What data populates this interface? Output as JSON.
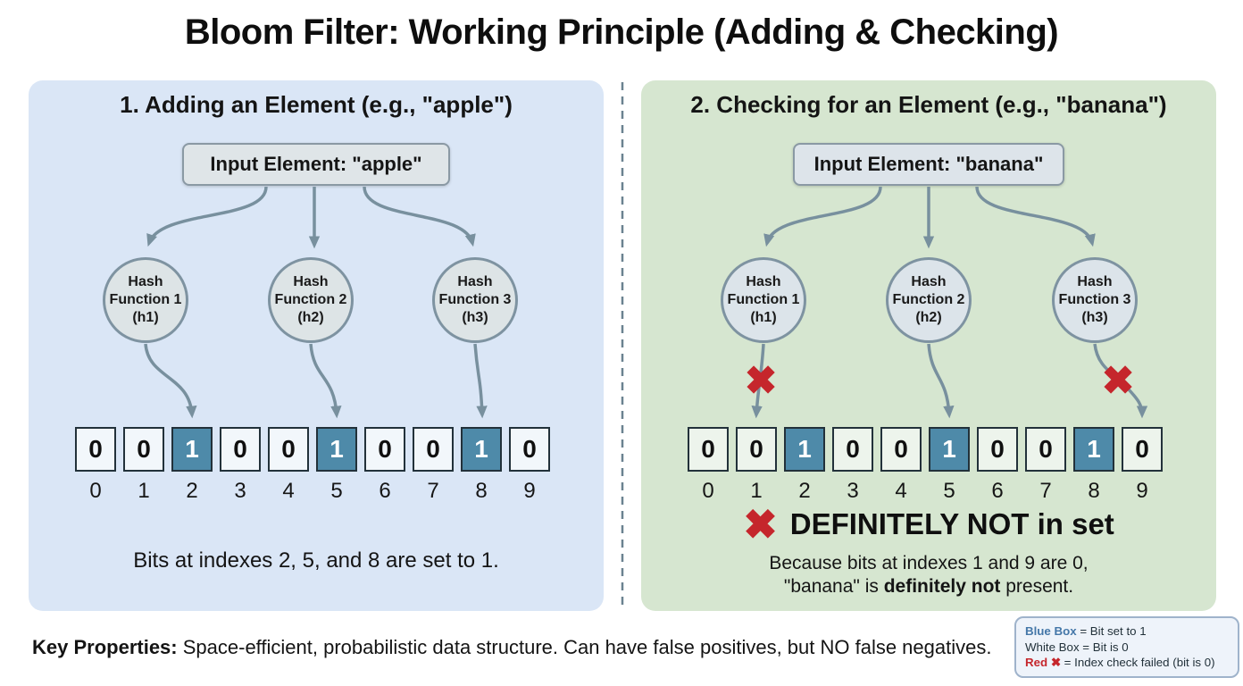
{
  "title": "Bloom Filter: Working Principle (Adding & Checking)",
  "left_panel": {
    "heading": "1. Adding an Element (e.g., \"apple\")",
    "input_label": "Input Element: \"apple\"",
    "hash_functions": [
      "Hash\nFunction 1\n(h1)",
      "Hash\nFunction 2\n(h2)",
      "Hash\nFunction 3\n(h3)"
    ],
    "bit_array": {
      "cells": [
        "0",
        "0",
        "1",
        "0",
        "0",
        "1",
        "0",
        "0",
        "1",
        "0"
      ],
      "set_indexes": [
        2,
        5,
        8
      ],
      "indexes": [
        "0",
        "1",
        "2",
        "3",
        "4",
        "5",
        "6",
        "7",
        "8",
        "9"
      ]
    },
    "caption": "Bits at indexes 2, 5, and 8 are set to 1."
  },
  "right_panel": {
    "heading": "2. Checking for an Element (e.g., \"banana\")",
    "input_label": "Input Element: \"banana\"",
    "hash_functions": [
      "Hash\nFunction 1\n(h1)",
      "Hash\nFunction 2\n(h2)",
      "Hash\nFunction 3\n(h3)"
    ],
    "bit_array": {
      "cells": [
        "0",
        "0",
        "1",
        "0",
        "0",
        "1",
        "0",
        "0",
        "1",
        "0"
      ],
      "set_indexes": [
        2,
        5,
        8
      ],
      "indexes": [
        "0",
        "1",
        "2",
        "3",
        "4",
        "5",
        "6",
        "7",
        "8",
        "9"
      ]
    },
    "failed_check_icon": "✖",
    "result_icon": "✖",
    "result_text": "DEFINITELY NOT in set",
    "caption_line1": "Because bits at indexes 1 and 9 are 0,",
    "caption_line2": {
      "pre": "\"banana\" is ",
      "bold": "definitely not",
      "post": " present."
    }
  },
  "footer": {
    "key_properties_label": "Key Properties:",
    "key_properties_text": " Space-efficient, probabilistic data structure. Can have false positives, but NO false negatives."
  },
  "legend": {
    "blue_term": "Blue Box",
    "blue_rest": " = Bit set to 1",
    "white_term": "White Box",
    "white_rest": " = Bit is 0",
    "red_term": "Red ",
    "red_icon": "✖",
    "red_rest": " = Index check failed (bit is 0)"
  },
  "colors": {
    "left_panel_bg": "#dae6f6",
    "right_panel_bg": "#d6e6d0",
    "bit_set_bg": "#4e8aa9",
    "arrow": "#78909e",
    "red_x": "#c5262c",
    "legend_term_blue": "#4477a8"
  }
}
